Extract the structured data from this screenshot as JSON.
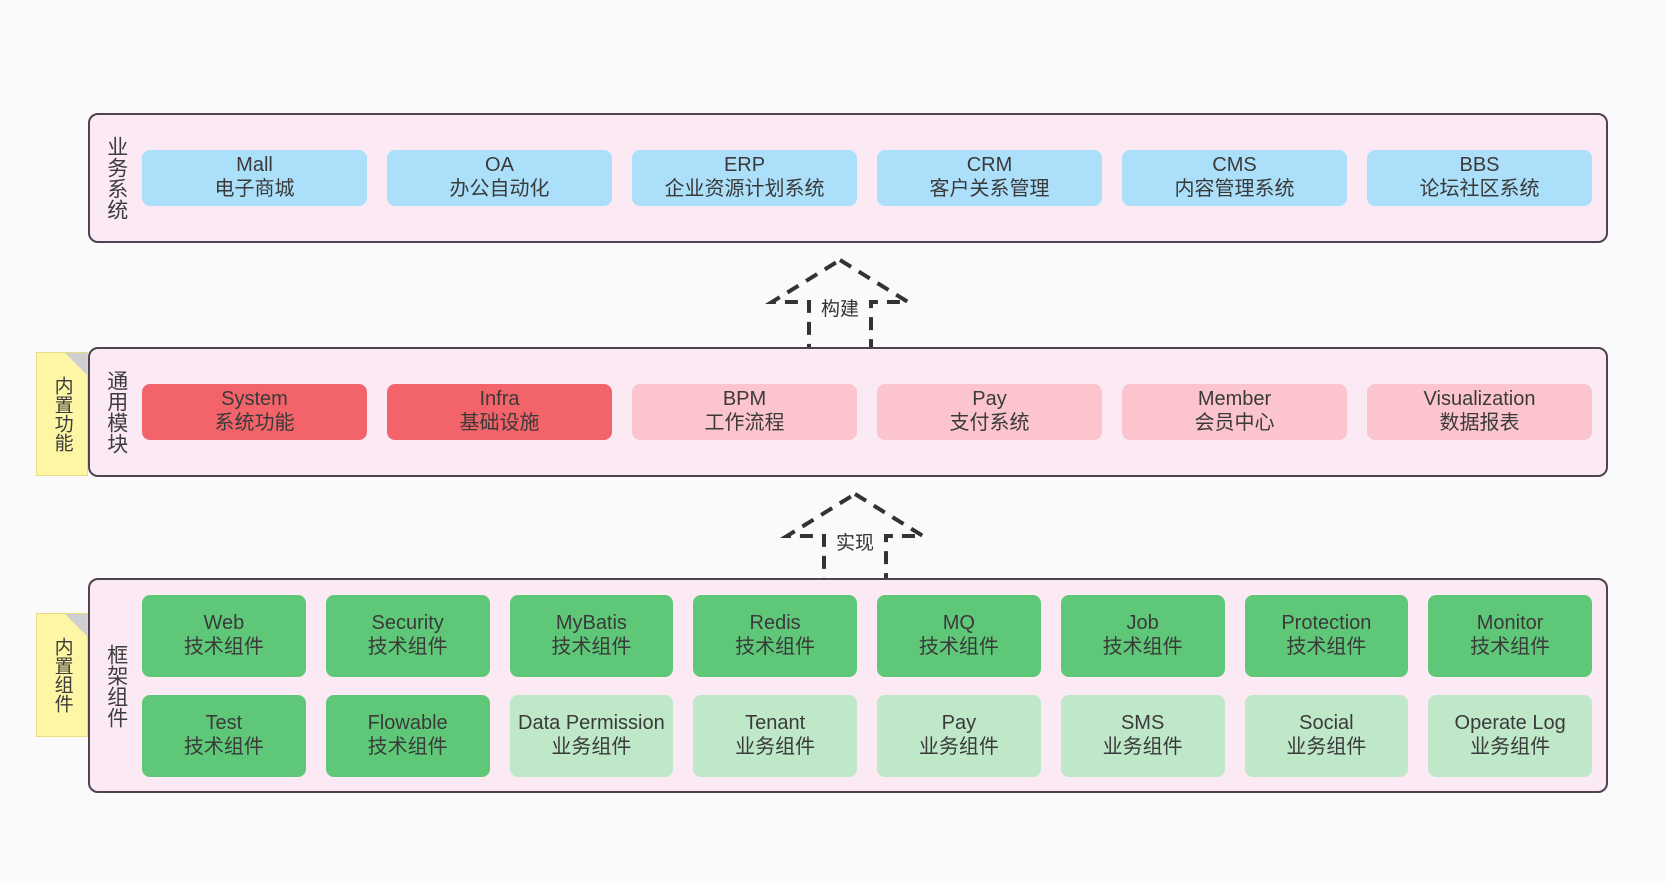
{
  "diagram": {
    "title": "",
    "colors": {
      "background": "#fafafa",
      "layer_fill": "#fbeaf4",
      "layer_border": "#4d4250",
      "business_node": "#ace0fa",
      "module_primary": "#f2646a",
      "module_secondary": "#fcc5ce",
      "component_tech": "#5fc878",
      "component_business": "#bfe8c8",
      "note_fill": "#fdf6a4",
      "note_fold": "#cfcfcf"
    }
  },
  "layers": [
    {
      "id": "business",
      "label": "业务系统",
      "nodes": [
        {
          "name": "Mall",
          "desc": "电子商城"
        },
        {
          "name": "OA",
          "desc": "办公自动化"
        },
        {
          "name": "ERP",
          "desc": "企业资源计划系统"
        },
        {
          "name": "CRM",
          "desc": "客户关系管理"
        },
        {
          "name": "CMS",
          "desc": "内容管理系统"
        },
        {
          "name": "BBS",
          "desc": "论坛社区系统"
        }
      ]
    },
    {
      "id": "module",
      "label": "通用模块",
      "note": "内置功能",
      "nodes": [
        {
          "name": "System",
          "desc": "系统功能"
        },
        {
          "name": "Infra",
          "desc": "基础设施"
        },
        {
          "name": "BPM",
          "desc": "工作流程"
        },
        {
          "name": "Pay",
          "desc": "支付系统"
        },
        {
          "name": "Member",
          "desc": "会员中心"
        },
        {
          "name": "Visualization",
          "desc": "数据报表"
        }
      ]
    },
    {
      "id": "framework",
      "label": "框架组件",
      "note": "内置组件",
      "row1": [
        {
          "name": "Web",
          "desc": "技术组件"
        },
        {
          "name": "Security",
          "desc": "技术组件"
        },
        {
          "name": "MyBatis",
          "desc": "技术组件"
        },
        {
          "name": "Redis",
          "desc": "技术组件"
        },
        {
          "name": "MQ",
          "desc": "技术组件"
        },
        {
          "name": "Job",
          "desc": "技术组件"
        },
        {
          "name": "Protection",
          "desc": "技术组件"
        },
        {
          "name": "Monitor",
          "desc": "技术组件"
        }
      ],
      "row2": [
        {
          "name": "Test",
          "desc": "技术组件"
        },
        {
          "name": "Flowable",
          "desc": "技术组件"
        },
        {
          "name": "Data Permission",
          "desc": "业务组件"
        },
        {
          "name": "Tenant",
          "desc": "业务组件"
        },
        {
          "name": "Pay",
          "desc": "业务组件"
        },
        {
          "name": "SMS",
          "desc": "业务组件"
        },
        {
          "name": "Social",
          "desc": "业务组件"
        },
        {
          "name": "Operate Log",
          "desc": "业务组件"
        }
      ]
    }
  ],
  "connectors": [
    {
      "id": "build",
      "label": "构建",
      "from": "module",
      "to": "business"
    },
    {
      "id": "implement",
      "label": "实现",
      "from": "framework",
      "to": "module"
    }
  ]
}
